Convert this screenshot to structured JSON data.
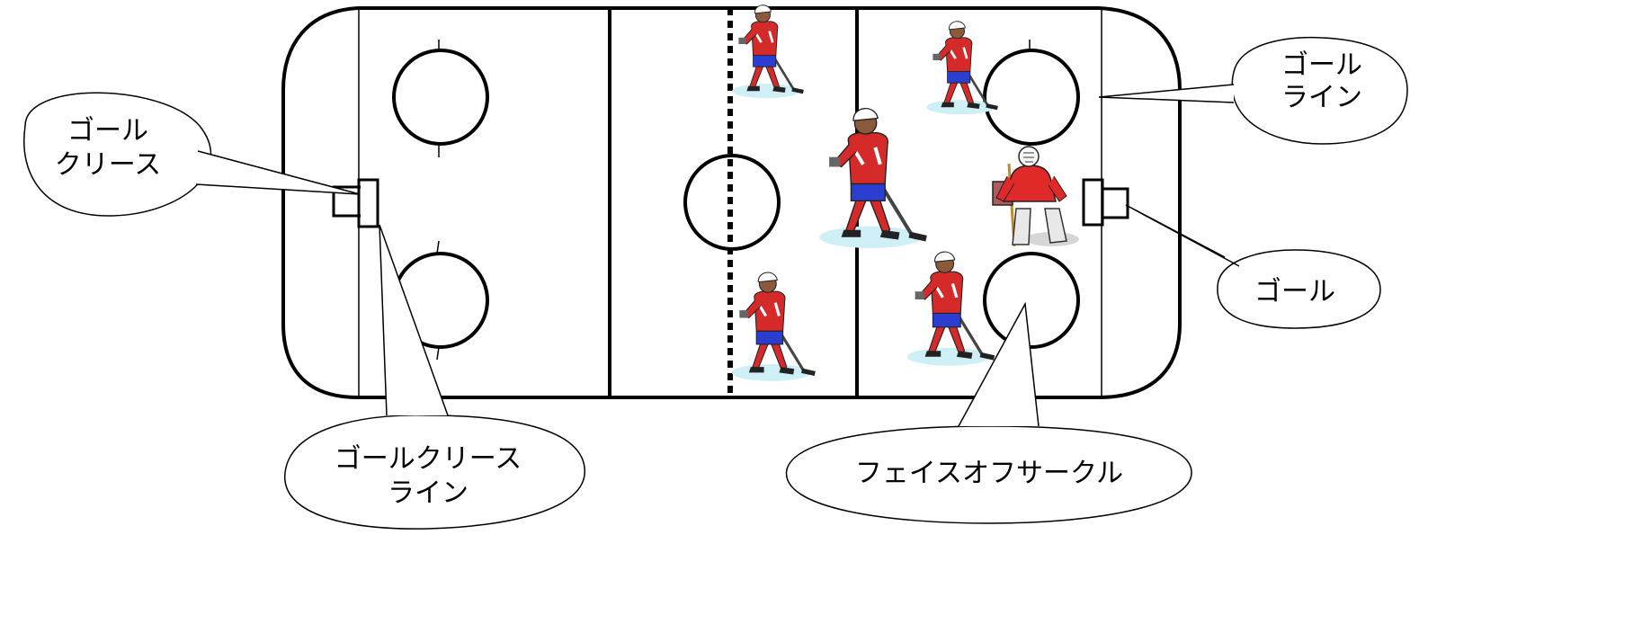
{
  "callouts": {
    "goal_crease": {
      "lines": [
        "ゴール",
        "クリース"
      ]
    },
    "goal_crease_line": {
      "lines": [
        "ゴールクリース",
        "ライン"
      ]
    },
    "faceoff_circle": {
      "lines": [
        "フェイスオフサークル"
      ]
    },
    "goal_line": {
      "lines": [
        "ゴール",
        "ライン"
      ]
    },
    "goal": {
      "lines": [
        "ゴール"
      ]
    }
  },
  "figures": {
    "skater": {
      "icon": "hockey-skater-icon",
      "jersey": "#d42a2a",
      "pants": "#2a3fd0",
      "shadow": "#cfeff6"
    },
    "goalie": {
      "icon": "hockey-goalie-icon",
      "jersey": "#e02a2a",
      "pads": "#e8e8e8"
    }
  }
}
